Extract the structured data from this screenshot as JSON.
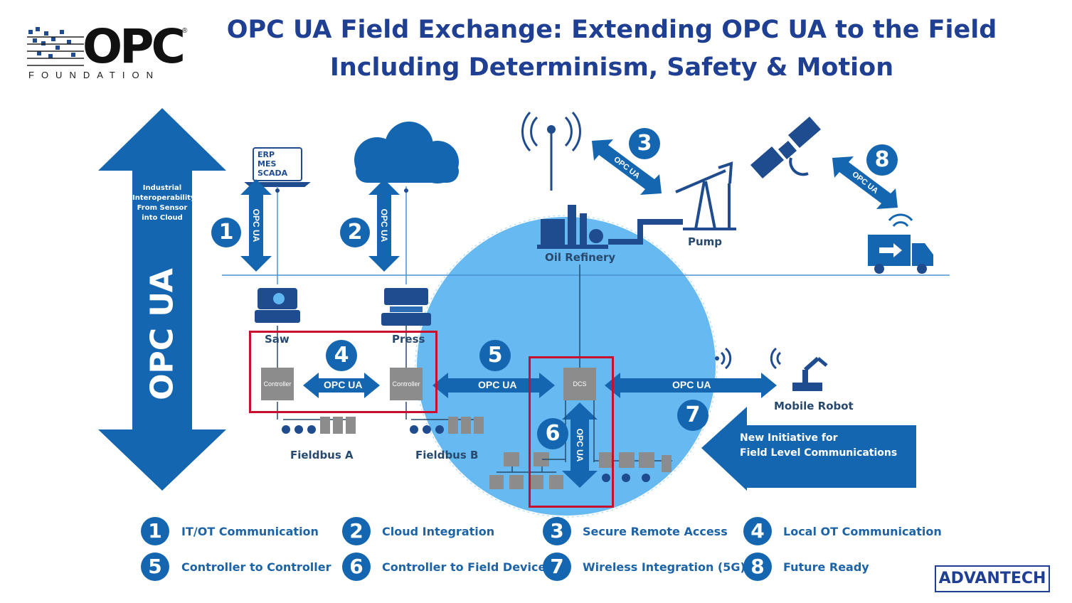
{
  "header": {
    "title_line1": "OPC UA Field Exchange: Extending OPC UA to the Field",
    "title_line2": "Including Determinism, Safety & Motion",
    "logo_text": "OPC",
    "logo_sub": "FOUNDATION",
    "logo_reg": "®"
  },
  "side_arrow": {
    "caption": "Industrial Interoperability: From Sensor into Cloud",
    "label": "OPC UA"
  },
  "top_nodes": {
    "laptop_lines": [
      "ERP",
      "MES",
      "SCADA"
    ],
    "oil_refinery": "Oil Refinery",
    "pump": "Pump"
  },
  "machines": {
    "saw": "Saw",
    "press": "Press",
    "controller_a": "Controller",
    "controller_b": "Controller",
    "dcs": "DCS",
    "fieldbus_a": "Fieldbus A",
    "fieldbus_b": "Fieldbus B",
    "mobile_robot": "Mobile Robot"
  },
  "arrows": {
    "opc_ua": "OPC UA"
  },
  "badges": [
    "1",
    "2",
    "3",
    "4",
    "5",
    "6",
    "7",
    "8"
  ],
  "initiative": {
    "line1": "New Initiative for",
    "line2": "Field Level Communications"
  },
  "legend": [
    {
      "num": "1",
      "text": "IT/OT Communication"
    },
    {
      "num": "2",
      "text": "Cloud Integration"
    },
    {
      "num": "3",
      "text": "Secure Remote Access"
    },
    {
      "num": "4",
      "text": "Local OT Communication"
    },
    {
      "num": "5",
      "text": "Controller to Controller"
    },
    {
      "num": "6",
      "text": "Controller to Field Device"
    },
    {
      "num": "7",
      "text": "Wireless Integration (5G)"
    },
    {
      "num": "8",
      "text": "Future Ready"
    }
  ],
  "footer": {
    "brand": "ADVANTECH"
  },
  "colors": {
    "primary": "#1566b0",
    "circle": "#5fb6f0",
    "title": "#1f3f92",
    "highlight": "#c8102e"
  }
}
